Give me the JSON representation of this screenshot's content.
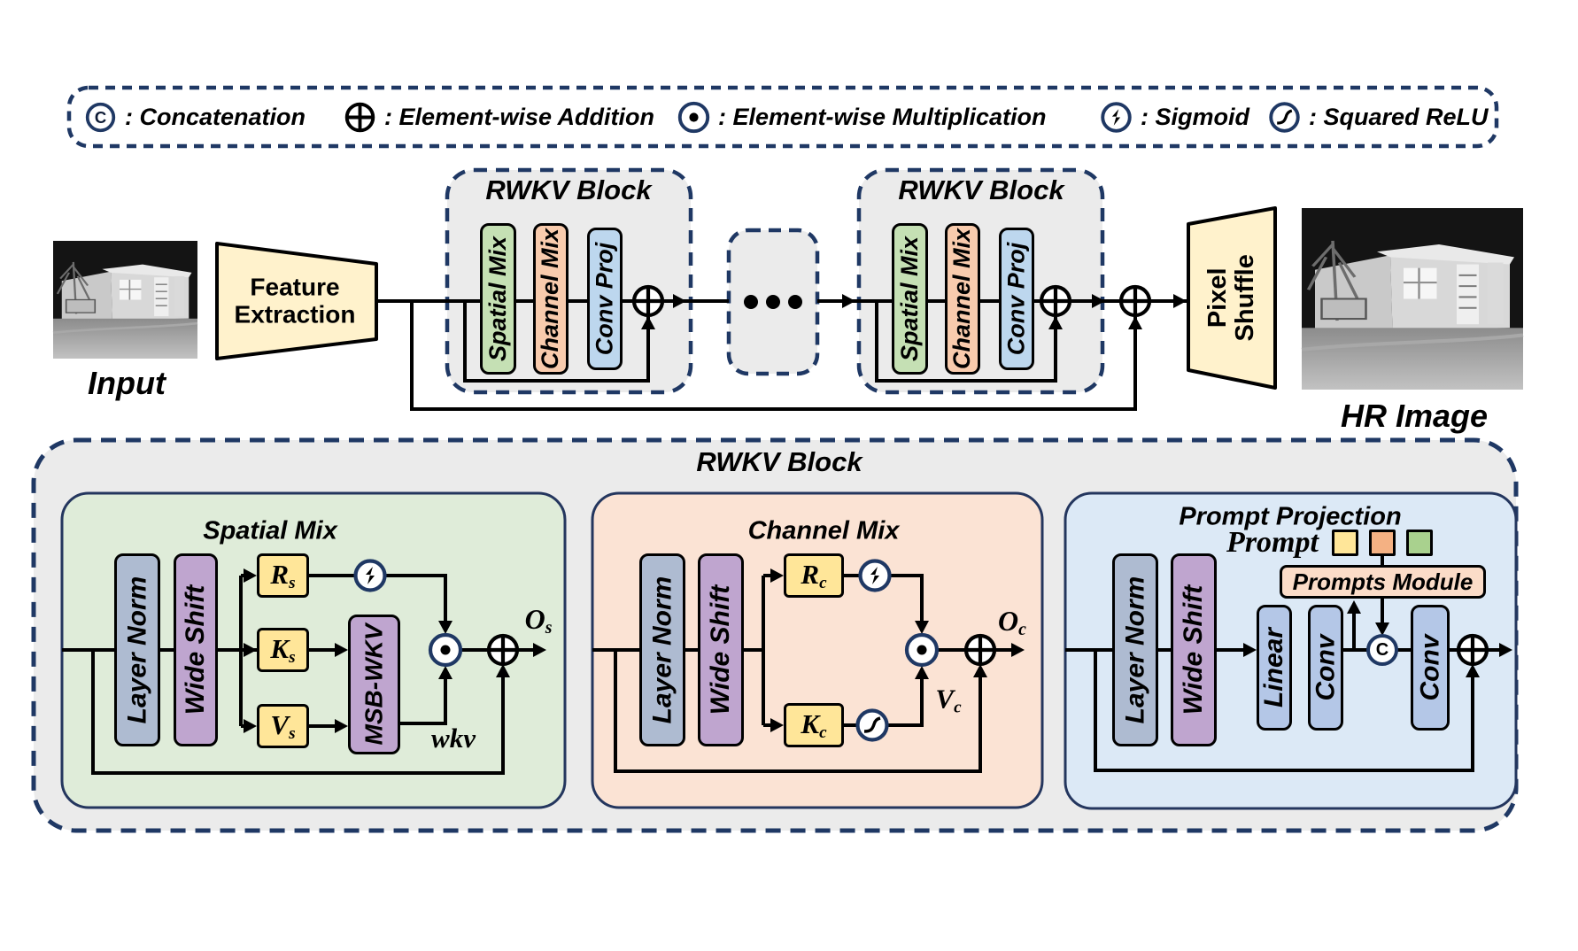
{
  "colors": {
    "navy": "#1F3864",
    "black": "#000000",
    "container_gray": "#EBEBEB",
    "green_block": "#C5E0B4",
    "orange_block": "#F8CBAD",
    "blue_block": "#BDD7EE",
    "yellow_box": "#FFE699",
    "purple_block": "#BFA5CF",
    "bluegray_block": "#AEBBD1",
    "lightblue_block": "#B4C7E7",
    "cream_trapezoid": "#FFF2CC",
    "panel_green": "#DFECD9",
    "panel_peach": "#FBE3D4",
    "panel_blue": "#DCE9F6",
    "prompts_module_fill": "#FBDCC8",
    "prompt_token_yellow": "#FFE699",
    "prompt_token_orange": "#F4B183",
    "prompt_token_green": "#A9D18E"
  },
  "legend": {
    "items": [
      {
        "icon": "concat-icon",
        "glyph": "C",
        "label": ": Concatenation"
      },
      {
        "icon": "add-icon",
        "label": ": Element-wise Addition"
      },
      {
        "icon": "multiply-icon",
        "label": ": Element-wise Multiplication"
      },
      {
        "icon": "sigmoid-icon",
        "label": ": Sigmoid"
      },
      {
        "icon": "squared-relu-icon",
        "label": ": Squared ReLU"
      }
    ]
  },
  "pipeline": {
    "input_label": "Input",
    "feature_extraction_label": "Feature Extraction",
    "block1": {
      "title": "RWKV Block",
      "spatial": "Spatial Mix",
      "channel": "Channel Mix",
      "conv": "Conv Proj"
    },
    "ellipsis": "...",
    "block2": {
      "title": "RWKV Block",
      "spatial": "Spatial Mix",
      "channel": "Channel Mix",
      "conv": "Conv Proj"
    },
    "pixel_shuffle_label": "Pixel Shuffle",
    "hr_label": "HR Image"
  },
  "detail": {
    "title": "RWKV Block",
    "spatial_mix": {
      "title": "Spatial Mix",
      "layer_norm": "Layer Norm",
      "wide_shift": "Wide Shift",
      "r": {
        "base": "R",
        "sub": "s"
      },
      "k": {
        "base": "K",
        "sub": "s"
      },
      "v": {
        "base": "V",
        "sub": "s"
      },
      "msb": "MSB-WKV",
      "wkv_label": "wkv",
      "out": {
        "base": "O",
        "sub": "s"
      }
    },
    "channel_mix": {
      "title": "Channel Mix",
      "layer_norm": "Layer Norm",
      "wide_shift": "Wide Shift",
      "r": {
        "base": "R",
        "sub": "c"
      },
      "k": {
        "base": "K",
        "sub": "c"
      },
      "v_label": {
        "base": "V",
        "sub": "c"
      },
      "out": {
        "base": "O",
        "sub": "c"
      }
    },
    "prompt_projection": {
      "title": "Prompt Projection",
      "prompt_label": "Prompt",
      "module": "Prompts Module",
      "layer_norm": "Layer Norm",
      "wide_shift": "Wide Shift",
      "linear": "Linear",
      "conv1": "Conv",
      "conv2": "Conv",
      "concat": "C"
    }
  }
}
